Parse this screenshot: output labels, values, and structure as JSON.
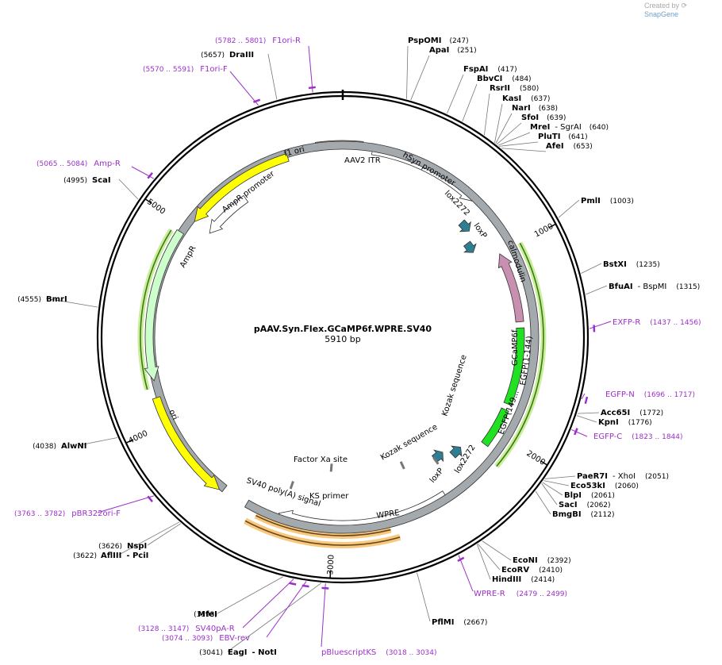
{
  "credit": {
    "prefix": "Created by",
    "brand": "SnapGene"
  },
  "map": {
    "name": "pAAV.Syn.Flex.GCaMP6f.WPRE.SV40",
    "length_label": "5910 bp"
  },
  "ticks": [
    {
      "label": "1000",
      "angle": 62
    },
    {
      "label": "2000",
      "angle": 122
    },
    {
      "label": "3000",
      "angle": 183
    },
    {
      "label": "4000",
      "angle": 244
    },
    {
      "label": "5000",
      "angle": 305
    }
  ],
  "features": [
    {
      "id": "aav2-itr",
      "label": "AAV2 ITR",
      "kind": "box",
      "start": 352,
      "end": 6,
      "color": "#f8c498"
    },
    {
      "id": "hsyn-promoter",
      "label": "hSyn promoter",
      "kind": "arrow",
      "start": 9,
      "end": 44,
      "color": "#ffffff",
      "dir": 1
    },
    {
      "id": "lox2272-top",
      "label": "lox2272",
      "kind": "arrow",
      "start": 46,
      "end": 50,
      "color": "#2e7f92",
      "dir": 1
    },
    {
      "id": "loxp-top",
      "label": "loxP",
      "kind": "arrow",
      "start": 53,
      "end": 57,
      "color": "#2e7f92",
      "dir": 1
    },
    {
      "id": "calmodulin",
      "label": "calmodulin",
      "kind": "arrow",
      "start": 85,
      "end": 62,
      "color": "#c98fb1",
      "dir": -1
    },
    {
      "id": "egfp-1-144",
      "label": "EGFP(1-144)",
      "kind": "box",
      "start": 87,
      "end": 112,
      "color": "#22e022"
    },
    {
      "id": "egfp-149",
      "label": "EGFP(149...",
      "kind": "box",
      "start": 114,
      "end": 127,
      "color": "#22e022"
    },
    {
      "id": "lox2272-bottom",
      "label": "lox2272",
      "kind": "arrow",
      "start": 137,
      "end": 133,
      "color": "#2e7f92",
      "dir": -1
    },
    {
      "id": "loxp-bottom",
      "label": "loxP",
      "kind": "arrow",
      "start": 143,
      "end": 139,
      "color": "#2e7f92",
      "dir": -1
    },
    {
      "id": "wpre",
      "label": "WPRE",
      "kind": "arrow",
      "start": 147,
      "end": 200,
      "color": "#ffffff",
      "dir": 1
    },
    {
      "id": "sv40-pa",
      "label": "SV40 poly(A) signal",
      "kind": "box",
      "start": 218,
      "end": 210,
      "color": "#a4a9ae"
    },
    {
      "id": "f1-ori",
      "label": "f1 ori",
      "kind": "arrow",
      "start": 343,
      "end": 308,
      "color": "#ffff00",
      "dir": -1
    },
    {
      "id": "ampr-promoter",
      "label": "AmpR promoter",
      "kind": "arrow",
      "start": 325,
      "end": 308,
      "color": "#ffffff",
      "dir": -1
    },
    {
      "id": "ampr",
      "label": "AmpR",
      "kind": "arrow",
      "start": 303,
      "end": 257,
      "color": "#ccffcc",
      "dir": -1
    },
    {
      "id": "ori",
      "label": "ori",
      "kind": "arrow",
      "start": 252,
      "end": 219,
      "color": "#ffff00",
      "dir": -1
    }
  ],
  "inner_labels": [
    {
      "id": "gcamp6f",
      "text": "GCaMP6f"
    },
    {
      "id": "kozak-1",
      "text": "Kozak sequence"
    },
    {
      "id": "kozak-2",
      "text": "Kozak sequence"
    },
    {
      "id": "factor-xa",
      "text": "Factor Xa site"
    },
    {
      "id": "ks-primer",
      "text": "KS primer"
    }
  ],
  "sites": [
    {
      "id": "pspomi",
      "name": "PspOMI",
      "pos": "(247)"
    },
    {
      "id": "apai",
      "name": "ApaI",
      "pos": "(251)"
    },
    {
      "id": "fspai",
      "name": "FspAI",
      "pos": "(417)"
    },
    {
      "id": "bbvci",
      "name": "BbvCI",
      "pos": "(484)"
    },
    {
      "id": "rsrii",
      "name": "RsrII",
      "pos": "(580)"
    },
    {
      "id": "kasi",
      "name": "KasI",
      "pos": "(637)"
    },
    {
      "id": "nari",
      "name": "NarI",
      "pos": "(638)"
    },
    {
      "id": "sfoi",
      "name": "SfoI",
      "pos": "(639)"
    },
    {
      "id": "mrei-sgrai",
      "name": "MreI",
      "name2": "- SgrAI",
      "pos": "(640)"
    },
    {
      "id": "pluti",
      "name": "PluTI",
      "pos": "(641)"
    },
    {
      "id": "afei",
      "name": "AfeI",
      "pos": "(653)"
    },
    {
      "id": "pmli",
      "name": "PmlI",
      "pos": "(1003)"
    },
    {
      "id": "bstxi",
      "name": "BstXI",
      "pos": "(1235)"
    },
    {
      "id": "bfuai-bspmi",
      "name": "BfuAI",
      "name2": "- BspMI",
      "pos": "(1315)"
    },
    {
      "id": "acc65i",
      "name": "Acc65I",
      "pos": "(1772)"
    },
    {
      "id": "kpni",
      "name": "KpnI",
      "pos": "(1776)"
    },
    {
      "id": "paer7i-xhoi",
      "name": "PaeR7I",
      "name2": "- XhoI",
      "pos": "(2051)"
    },
    {
      "id": "eco53ki",
      "name": "Eco53kI",
      "pos": "(2060)"
    },
    {
      "id": "blpi",
      "name": "BlpI",
      "pos": "(2061)"
    },
    {
      "id": "saci",
      "name": "SacI",
      "pos": "(2062)"
    },
    {
      "id": "bmgbi",
      "name": "BmgBI",
      "pos": "(2112)"
    },
    {
      "id": "econi",
      "name": "EcoNI",
      "pos": "(2392)"
    },
    {
      "id": "ecorv",
      "name": "EcoRV",
      "pos": "(2410)"
    },
    {
      "id": "hindiii",
      "name": "HindIII",
      "pos": "(2414)"
    },
    {
      "id": "pflmi",
      "name": "PflMI",
      "pos": "(2667)"
    },
    {
      "id": "mfei",
      "name": "MfeI",
      "pos": "(3193)"
    },
    {
      "id": "eagi-noti",
      "name": "EagI",
      "name2": "- NotI",
      "pos": "(3041)"
    },
    {
      "id": "nspi",
      "name": "NspI",
      "pos": "(3626)"
    },
    {
      "id": "afliii-pcii",
      "name": "AflIII",
      "name2": "- PciI",
      "pos": "(3622)"
    },
    {
      "id": "alwni",
      "name": "AlwNI",
      "pos": "(4038)"
    },
    {
      "id": "bmri",
      "name": "BmrI",
      "pos": "(4555)"
    },
    {
      "id": "scai",
      "name": "ScaI",
      "pos": "(4995)"
    },
    {
      "id": "draiii",
      "name": "DraIII",
      "pos": "(5657)"
    }
  ],
  "primers": [
    {
      "id": "f1ori-r",
      "name": "F1ori-R",
      "range": "(5782 .. 5801)"
    },
    {
      "id": "f1ori-f",
      "name": "F1ori-F",
      "range": "(5570 .. 5591)"
    },
    {
      "id": "amp-r",
      "name": "Amp-R",
      "range": "(5065 .. 5084)"
    },
    {
      "id": "exfp-r",
      "name": "EXFP-R",
      "range": "(1437 .. 1456)"
    },
    {
      "id": "egfp-n",
      "name": "EGFP-N",
      "range": "(1696 .. 1717)"
    },
    {
      "id": "egfp-c",
      "name": "EGFP-C",
      "range": "(1823 .. 1844)"
    },
    {
      "id": "wpre-r",
      "name": "WPRE-R",
      "range": "(2479 .. 2499)"
    },
    {
      "id": "pbr322ori-f",
      "name": "pBR322ori-F",
      "range": "(3763 .. 3782)"
    },
    {
      "id": "sv40pa-r",
      "name": "SV40pA-R",
      "range": "(3128 .. 3147)"
    },
    {
      "id": "ebv-rev",
      "name": "EBV-rev",
      "range": "(3074 .. 3093)"
    },
    {
      "id": "pbluescriptks",
      "name": "pBluescriptKS",
      "range": "(3018 .. 3034)"
    }
  ],
  "colors": {
    "backbone": "#000000",
    "primer": "#9b30c8",
    "site": "#000000",
    "selection": "#b8e878",
    "orange_selection": "#f0a838"
  }
}
